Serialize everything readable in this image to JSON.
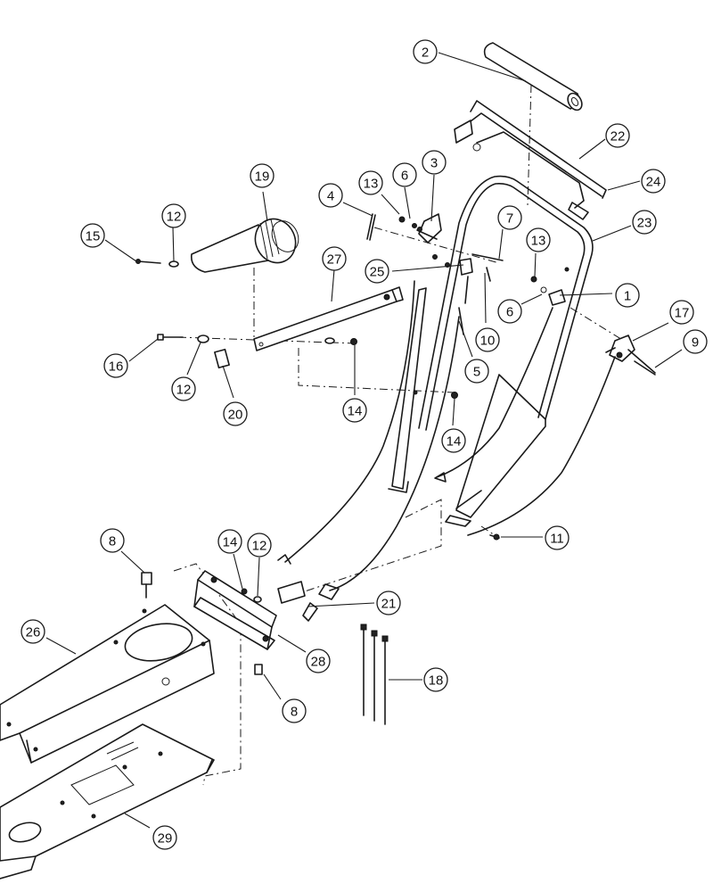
{
  "diagram": {
    "callouts": [
      "2",
      "22",
      "24",
      "23",
      "3",
      "6",
      "13",
      "4",
      "7",
      "13",
      "6",
      "1",
      "17",
      "9",
      "25",
      "10",
      "5",
      "19",
      "12",
      "15",
      "27",
      "16",
      "12",
      "20",
      "14",
      "14",
      "11",
      "8",
      "14",
      "12",
      "26",
      "21",
      "28",
      "18",
      "8",
      "29"
    ],
    "colors": {
      "line": "#1a1a1a",
      "background": "#ffffff"
    }
  }
}
